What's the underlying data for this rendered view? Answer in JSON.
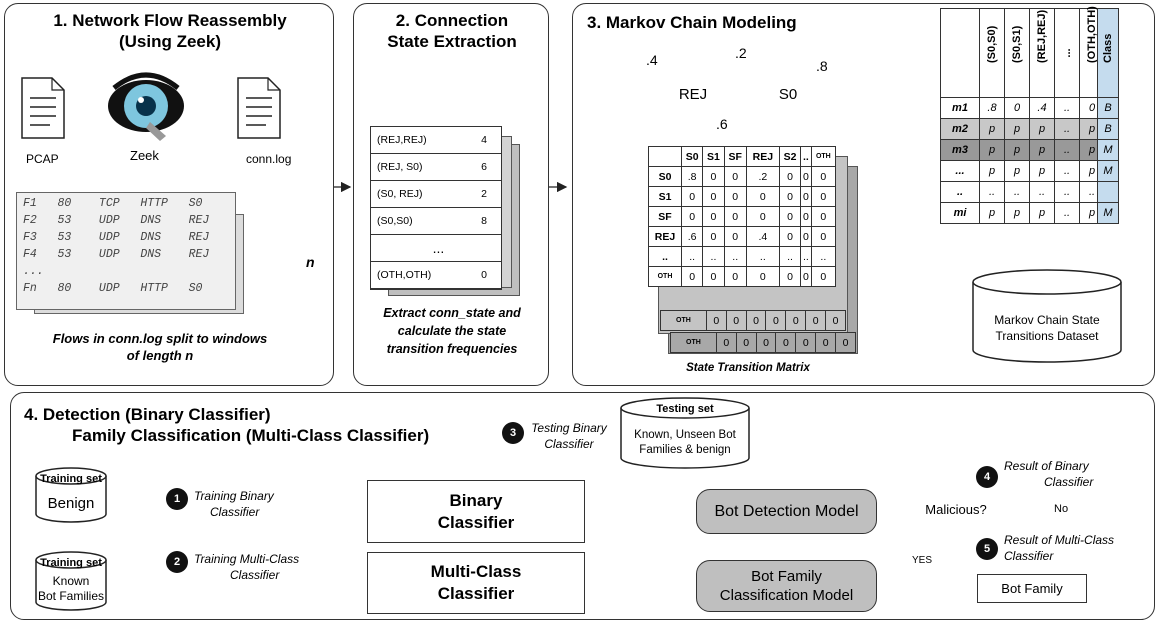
{
  "panel1": {
    "title_line1": "1. Network Flow Reassembly",
    "title_line2": "(Using Zeek)",
    "pcap_label": "PCAP",
    "zeek_label": "Zeek",
    "connlog_label": "conn.log",
    "log_rows": [
      [
        "F1",
        "80",
        "TCP",
        "HTTP",
        "S0"
      ],
      [
        "F2",
        "53",
        "UDP",
        "DNS",
        "REJ"
      ],
      [
        "F3",
        "53",
        "UDP",
        "DNS",
        "REJ"
      ],
      [
        "F4",
        "53",
        "UDP",
        "DNS",
        "REJ"
      ],
      [
        "...",
        "",
        "",
        "",
        ""
      ],
      [
        "Fn",
        "80",
        "UDP",
        "HTTP",
        "S0"
      ]
    ],
    "n_label": "n",
    "caption_line1": "Flows in conn.log split to windows",
    "caption_line2": "of length n"
  },
  "panel2": {
    "title_line1": "2. Connection",
    "title_line2": "State Extraction",
    "rows": [
      {
        "pair": "(REJ,REJ)",
        "count": "4"
      },
      {
        "pair": "(REJ, S0)",
        "count": "6"
      },
      {
        "pair": "(S0, REJ)",
        "count": "2"
      },
      {
        "pair": "(S0,S0)",
        "count": "8"
      },
      {
        "pair": "...",
        "count": ""
      },
      {
        "pair": "(OTH,OTH)",
        "count": "0"
      }
    ],
    "caption_line1": "Extract conn_state and",
    "caption_line2": "calculate the state",
    "caption_line3": "transition frequencies"
  },
  "panel3": {
    "title": "3. Markov Chain Modeling",
    "states": [
      "REJ",
      "S0"
    ],
    "edge_labels": {
      "rej_self": ".4",
      "rej_to_s0": ".2",
      "s0_self": ".8",
      "s0_to_rej": ".6"
    },
    "matrix_headers": [
      "",
      "S0",
      "S1",
      "SF",
      "REJ",
      "S2",
      "..",
      "OTH"
    ],
    "matrix_rows": [
      [
        "S0",
        ".8",
        "0",
        "0",
        ".2",
        "0",
        "0",
        "0"
      ],
      [
        "S1",
        "0",
        "0",
        "0",
        "0",
        "0",
        "0",
        "0"
      ],
      [
        "SF",
        "0",
        "0",
        "0",
        "0",
        "0",
        "0",
        "0"
      ],
      [
        "REJ",
        ".6",
        "0",
        "0",
        ".4",
        "0",
        "0",
        "0"
      ],
      [
        "..",
        "..",
        "..",
        "..",
        "..",
        "..",
        "..",
        ".."
      ],
      [
        "OTH",
        "0",
        "0",
        "0",
        "0",
        "0",
        "0",
        "0"
      ]
    ],
    "back_row": [
      "OTH",
      "0",
      "0",
      "0",
      "0",
      "0",
      "0",
      "0"
    ],
    "matrix_caption": "State Transition Matrix",
    "dataset_headers": [
      "",
      "(S0,S0)",
      "(S0,S1)",
      "(REJ,REJ)",
      "...",
      "(OTH,OTH)"
    ],
    "dataset_rows": [
      [
        "m1",
        ".8",
        "0",
        ".4",
        "..",
        "0"
      ],
      [
        "m2",
        "p",
        "p",
        "p",
        "..",
        "p"
      ],
      [
        "m3",
        "p",
        "p",
        "p",
        "..",
        "p"
      ],
      [
        "...",
        "p",
        "p",
        "p",
        "..",
        "p"
      ],
      [
        "..",
        "..",
        "..",
        "..",
        "..",
        ".."
      ],
      [
        "mi",
        "p",
        "p",
        "p",
        "..",
        "p"
      ]
    ],
    "class_header": "Class",
    "class_values": [
      "B",
      "B",
      "M",
      "M",
      "",
      "M"
    ],
    "dataset_label_line1": "Markov Chain State",
    "dataset_label_line2": "Transitions Dataset"
  },
  "panel4": {
    "title_line1": "4. Detection (Binary Classifier)",
    "title_line2": "Family Classification (Multi-Class Classifier)",
    "training_benign": {
      "header": "Training set",
      "label": "Benign"
    },
    "training_known": {
      "header": "Training set",
      "label_line1": "Known",
      "label_line2": "Bot Families"
    },
    "testing_set": {
      "header": "Testing set",
      "label_line1": "Known, Unseen Bot",
      "label_line2": "Families & benign"
    },
    "step1": {
      "num": "1",
      "line1": "Training Binary",
      "line2": "Classifier"
    },
    "step2": {
      "num": "2",
      "line1": "Training Multi-Class",
      "line2": "Classifier"
    },
    "step3": {
      "num": "3",
      "line1": "Testing Binary",
      "line2": "Classifier"
    },
    "step4": {
      "num": "4",
      "line1": "Result of Binary",
      "line2": "Classifier"
    },
    "step5": {
      "num": "5",
      "line1": "Result of Multi-Class",
      "line2": "Classifier"
    },
    "binary_line1": "Binary",
    "binary_line2": "Classifier",
    "multi_line1": "Multi-Class",
    "multi_line2": "Classifier",
    "bot_detection": "Bot Detection Model",
    "bot_family_line1": "Bot Family",
    "bot_family_line2": "Classification Model",
    "decision": "Malicious?",
    "no_label": "No",
    "yes_label": "YES",
    "output": "Bot Family"
  },
  "colors": {
    "stroke": "#333333",
    "gray_box": "#bfbfbf",
    "class_col": "#c5dcee",
    "log_bg": "#f0f0f0"
  }
}
